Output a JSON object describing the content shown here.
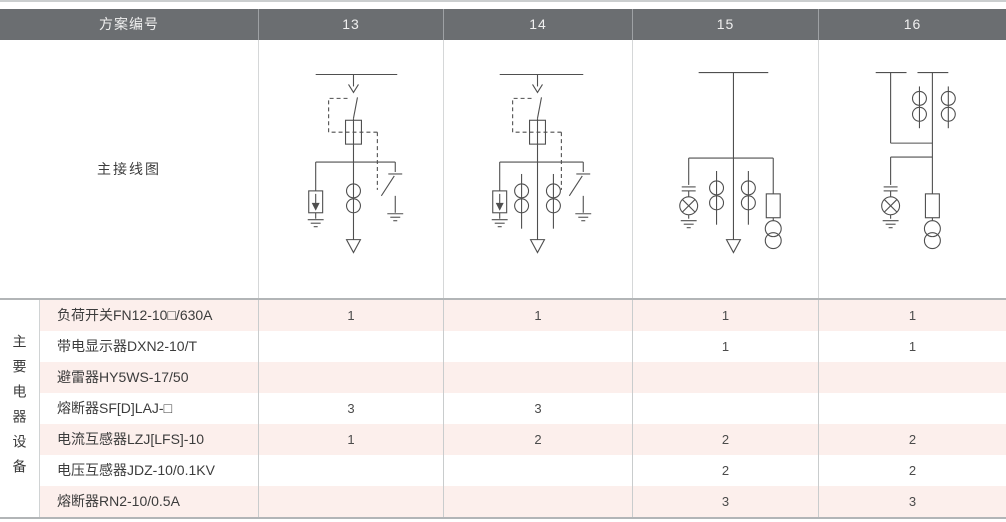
{
  "colors": {
    "header_bg": "#6b6e71",
    "header_text": "#f0f0f0",
    "row_pink": "#fcefec",
    "row_white": "#ffffff",
    "rule_strong": "#b2b5b7",
    "rule_light": "#cbcecf",
    "cell_border": "#c9cccd",
    "diagram_stroke": "#4f4f4f"
  },
  "header": {
    "title_label": "方案编号",
    "columns": [
      "13",
      "14",
      "15",
      "16"
    ]
  },
  "diagram_row": {
    "label": "主接线图",
    "diagrams": [
      {
        "scheme": "13",
        "name": "load-switch-fuse-earthing-switch-arrester-one-ct-outgoing"
      },
      {
        "scheme": "14",
        "name": "load-switch-fuse-earthing-switch-arrester-two-ct-outgoing"
      },
      {
        "scheme": "15",
        "name": "line-with-indicator-two-ct-pt-fuse-outgoing"
      },
      {
        "scheme": "16",
        "name": "double-bus-two-ct-indicator-pt-fuse"
      }
    ]
  },
  "equipment": {
    "side_label": "主要电器设备",
    "rows": [
      {
        "label": "负荷开关FN12-10□/630A",
        "values": [
          "1",
          "1",
          "1",
          "1"
        ]
      },
      {
        "label": "带电显示器DXN2-10/T",
        "values": [
          "",
          "",
          "1",
          "1"
        ]
      },
      {
        "label": "避雷器HY5WS-17/50",
        "values": [
          "",
          "",
          "",
          ""
        ]
      },
      {
        "label": "熔断器SF[D]LAJ-□",
        "values": [
          "3",
          "3",
          "",
          ""
        ]
      },
      {
        "label": "电流互感器LZJ[LFS]-10",
        "values": [
          "1",
          "2",
          "2",
          "2"
        ]
      },
      {
        "label": "电压互感器JDZ-10/0.1KV",
        "values": [
          "",
          "",
          "2",
          "2"
        ]
      },
      {
        "label": "熔断器RN2-10/0.5A",
        "values": [
          "",
          "",
          "3",
          "3"
        ]
      }
    ]
  }
}
